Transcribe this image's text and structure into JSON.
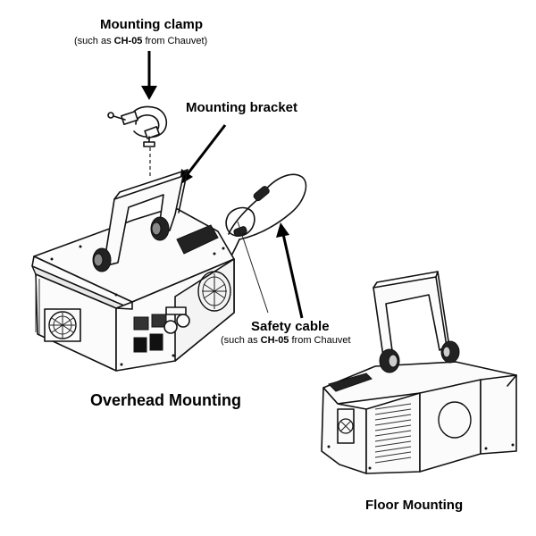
{
  "labels": {
    "mounting_clamp": "Mounting clamp",
    "clamp_note_prefix": "(such as ",
    "clamp_note_model": "CH-05",
    "clamp_note_suffix": " from Chauvet)",
    "mounting_bracket": "Mounting bracket",
    "safety_cable": "Safety cable",
    "cable_note_prefix": "(such as ",
    "cable_note_model": "CH-05",
    "cable_note_suffix": " from Chauvet",
    "overhead_mounting": "Overhead Mounting",
    "floor_mounting": "Floor Mounting"
  },
  "icons": {
    "clamp": "mounting-clamp-icon",
    "overhead_fixture": "fixture-overhead-icon",
    "floor_fixture": "fixture-floor-icon",
    "fan": "fan-icon"
  }
}
